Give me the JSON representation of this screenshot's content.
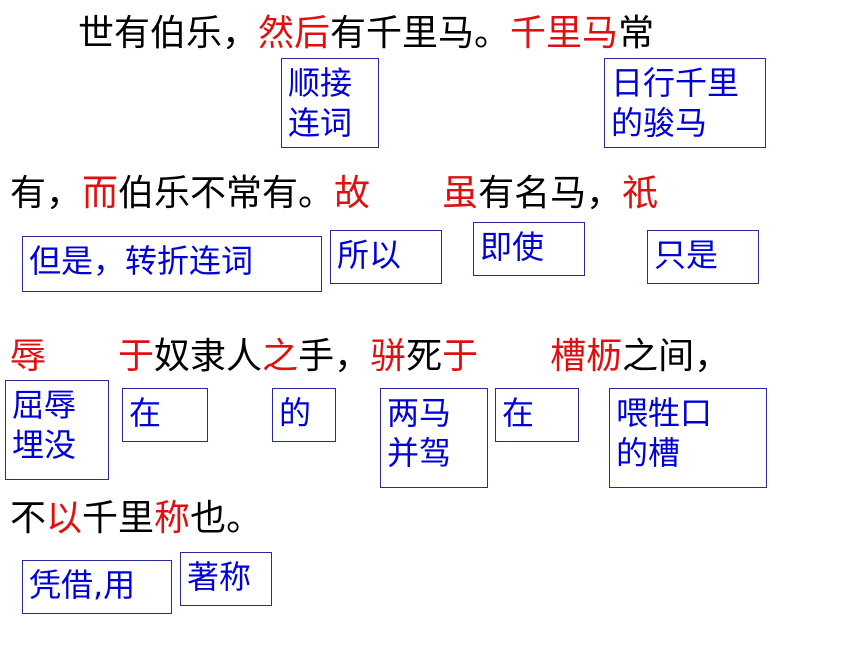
{
  "lines": [
    {
      "segments": [
        {
          "text": "世有伯乐，",
          "red": false
        },
        {
          "text": "然后",
          "red": true
        },
        {
          "text": "有千里马。",
          "red": false
        },
        {
          "text": "千里马",
          "red": true
        },
        {
          "text": "常",
          "red": false
        }
      ]
    },
    {
      "segments": [
        {
          "text": "有，",
          "red": false
        },
        {
          "text": "而",
          "red": true
        },
        {
          "text": "伯乐不常有。",
          "red": false
        },
        {
          "text": "故",
          "red": true
        },
        {
          "text": "　　",
          "red": false
        },
        {
          "text": "虽",
          "red": true
        },
        {
          "text": "有名马，",
          "red": false
        },
        {
          "text": "祇",
          "red": true
        }
      ]
    },
    {
      "segments": [
        {
          "text": "辱",
          "red": true
        },
        {
          "text": "　　",
          "red": false
        },
        {
          "text": "于",
          "red": true
        },
        {
          "text": "奴隶人",
          "red": false
        },
        {
          "text": "之",
          "red": true
        },
        {
          "text": "手，",
          "red": false
        },
        {
          "text": "骈",
          "red": true
        },
        {
          "text": "死",
          "red": false
        },
        {
          "text": "于",
          "red": true
        },
        {
          "text": "　　",
          "red": false
        },
        {
          "text": "槽枥",
          "red": true
        },
        {
          "text": "之间，",
          "red": false
        }
      ]
    },
    {
      "segments": [
        {
          "text": "不",
          "red": false
        },
        {
          "text": "以",
          "red": true
        },
        {
          "text": "千里",
          "red": false
        },
        {
          "text": "称",
          "red": true
        },
        {
          "text": "也。",
          "red": false
        }
      ]
    }
  ],
  "annotations": [
    {
      "lines": [
        "顺接",
        "连词"
      ]
    },
    {
      "lines": [
        "日行千里",
        "的骏马"
      ]
    },
    {
      "lines": [
        "但是，转折连词"
      ]
    },
    {
      "lines": [
        "所以"
      ]
    },
    {
      "lines": [
        "即使"
      ]
    },
    {
      "lines": [
        "只是"
      ]
    },
    {
      "lines": [
        "屈辱",
        "埋没"
      ]
    },
    {
      "lines": [
        "在"
      ]
    },
    {
      "lines": [
        "的"
      ]
    },
    {
      "lines": [
        "两马",
        "并驾"
      ]
    },
    {
      "lines": [
        "在"
      ]
    },
    {
      "lines": [
        "喂牲口",
        "的槽"
      ]
    },
    {
      "lines": [
        "凭借,用"
      ]
    },
    {
      "lines": [
        "著称"
      ]
    }
  ],
  "colors": {
    "text": "#000000",
    "highlight": "#e01010",
    "annotation_text": "#0000d8",
    "annotation_border": "#2a2aa0"
  }
}
